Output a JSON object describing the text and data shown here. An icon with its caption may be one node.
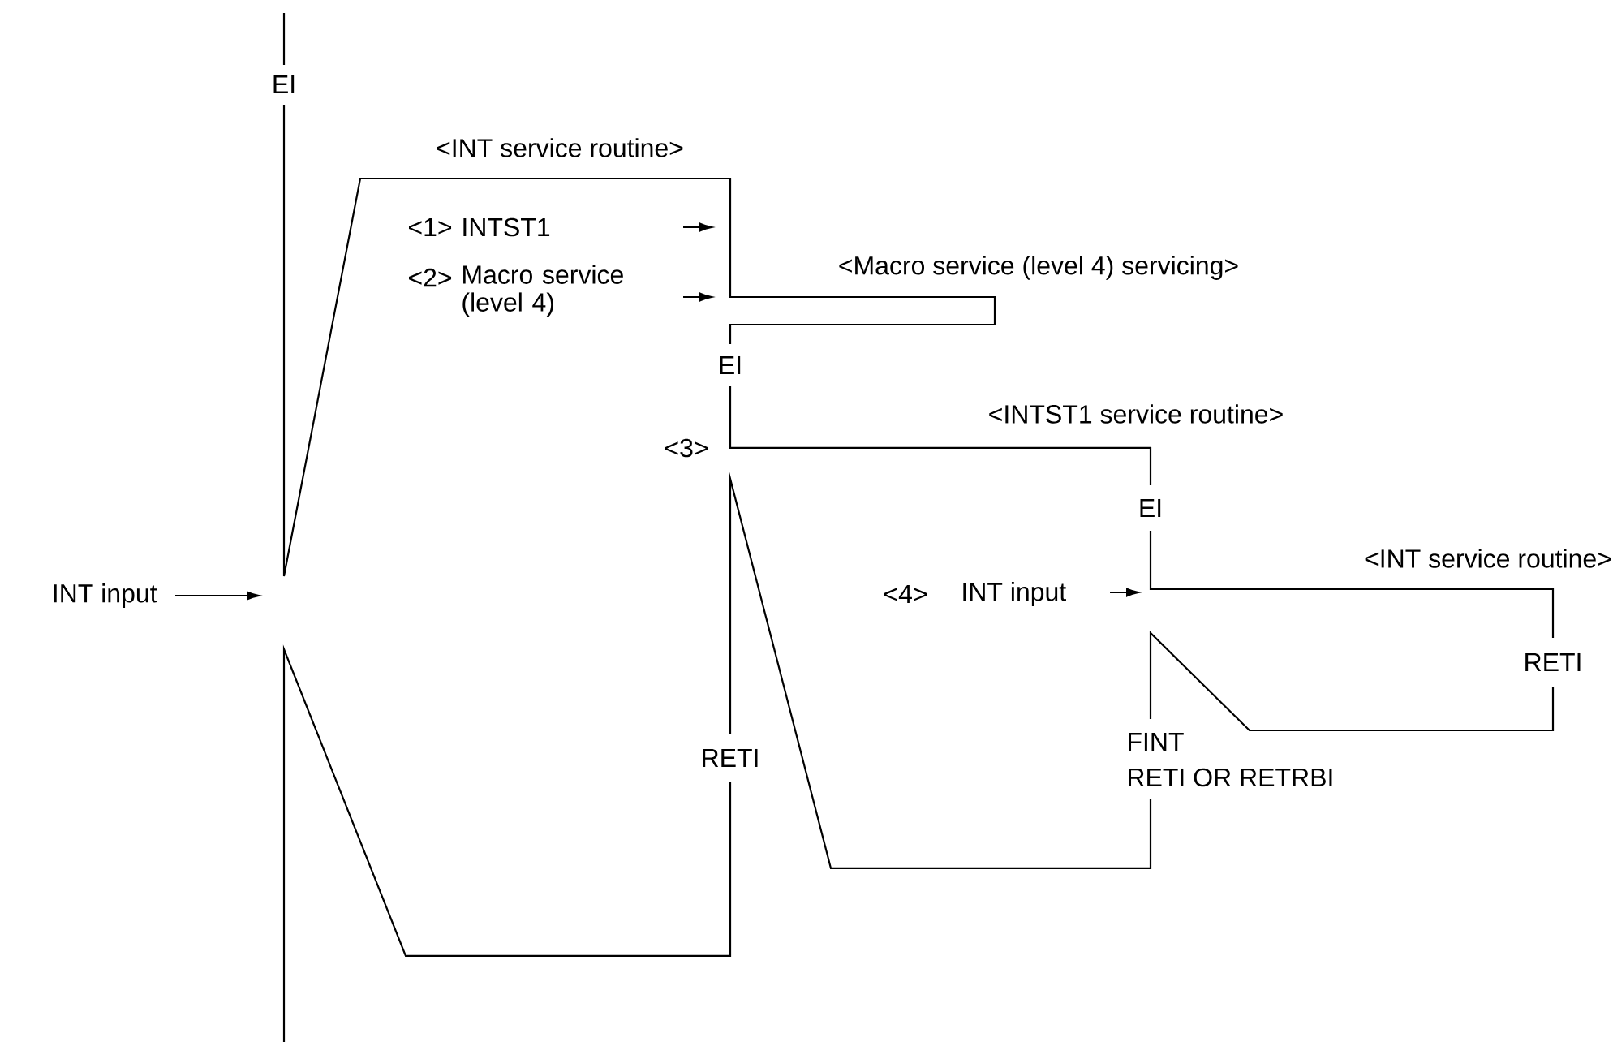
{
  "diagram": {
    "labels": [
      "EI",
      "<INT service routine>",
      "<1>",
      "INTST1",
      "<Macro service (level 4) servicing>",
      "<2>",
      "Macro service (level 4)",
      "EI",
      "<INTST1 service routine>",
      "<3>",
      "EI",
      "<INT service routine>",
      "<4>",
      "INT input",
      "INT input",
      "RETI",
      "FINT",
      "RETI OR RETRBI",
      "RETI"
    ]
  }
}
